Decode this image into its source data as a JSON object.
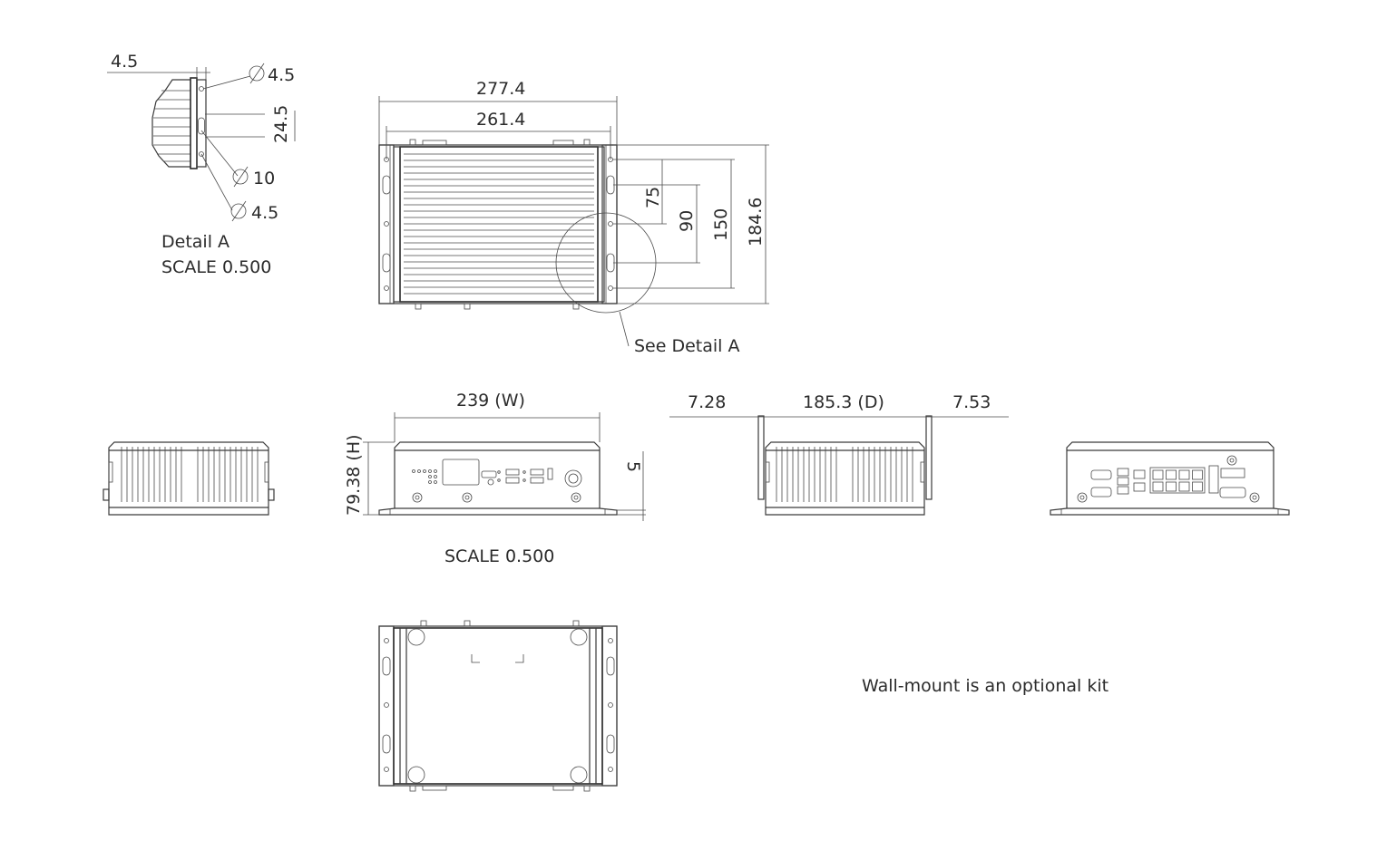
{
  "detail_a": {
    "dim_top": "4.5",
    "dia_hole_top": "4.5",
    "dim_slot": "24.5",
    "dia_slot": "10",
    "dia_hole_bottom": "4.5",
    "title": "Detail A",
    "scale": "SCALE 0.500"
  },
  "top_view": {
    "dim_overall_width": "277.4",
    "dim_hole_spacing": "261.4",
    "dim_75": "75",
    "dim_90": "90",
    "dim_150": "150",
    "dim_depth": "184.6",
    "callout": "See Detail A"
  },
  "front_view": {
    "dim_width": "239 (W)",
    "dim_height": "79.38 (H)",
    "dim_flange": "5",
    "scale": "SCALE 0.500"
  },
  "side_view": {
    "dim_left": "7.28",
    "dim_depth": "185.3 (D)",
    "dim_right": "7.53"
  },
  "note": "Wall-mount is an optional kit"
}
